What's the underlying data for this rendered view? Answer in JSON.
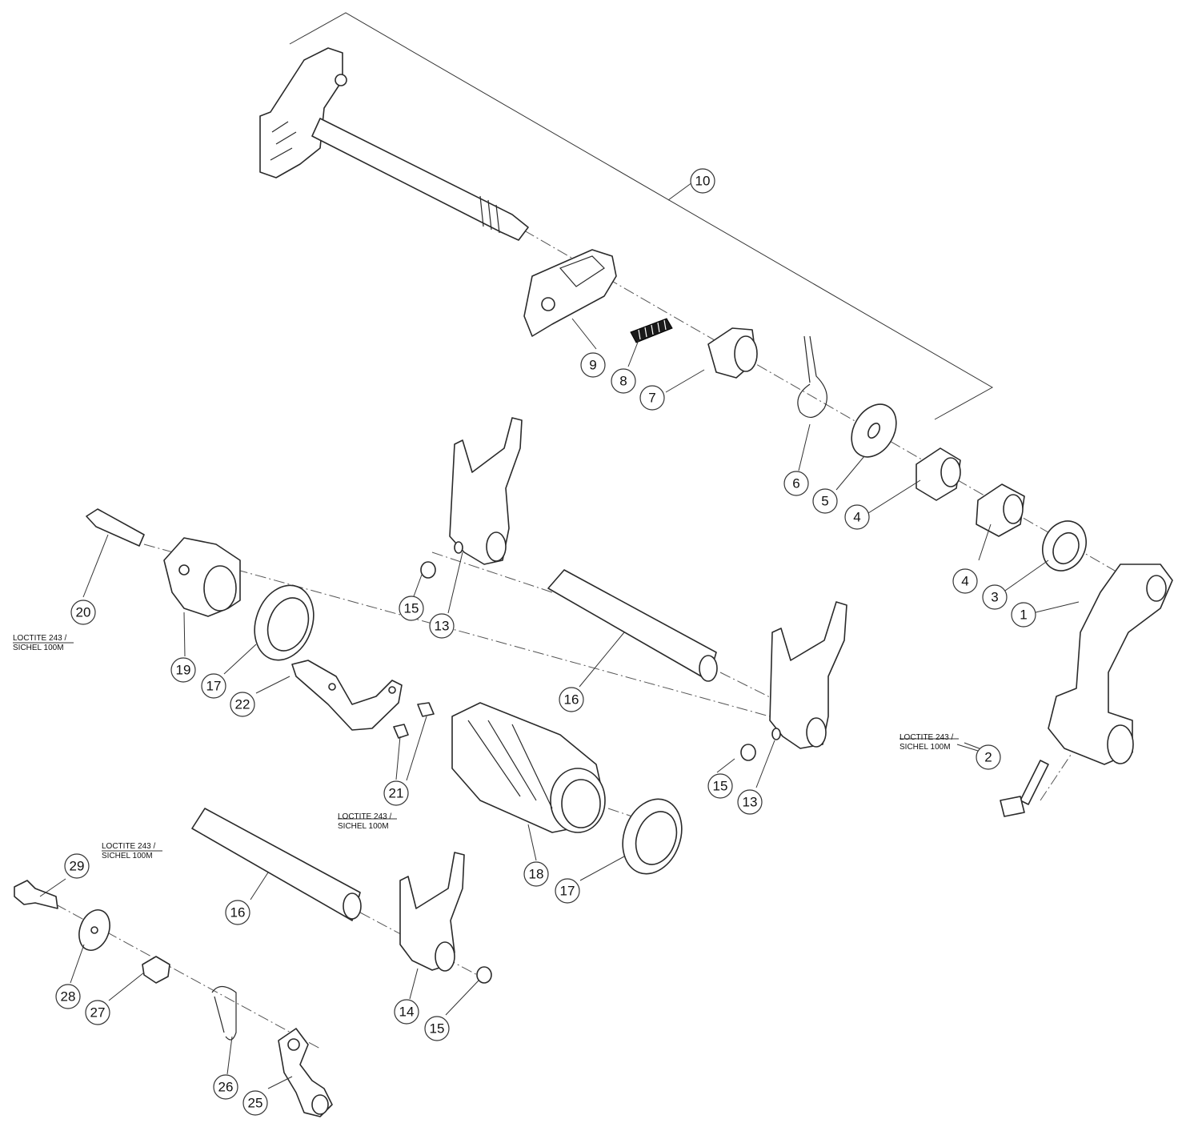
{
  "balloons": [
    {
      "id": "b1",
      "label": "1"
    },
    {
      "id": "b2",
      "label": "2"
    },
    {
      "id": "b3",
      "label": "3"
    },
    {
      "id": "b4a",
      "label": "4"
    },
    {
      "id": "b4b",
      "label": "4"
    },
    {
      "id": "b5",
      "label": "5"
    },
    {
      "id": "b6",
      "label": "6"
    },
    {
      "id": "b7",
      "label": "7"
    },
    {
      "id": "b8",
      "label": "8"
    },
    {
      "id": "b9",
      "label": "9"
    },
    {
      "id": "b10",
      "label": "10"
    },
    {
      "id": "b13a",
      "label": "13"
    },
    {
      "id": "b13b",
      "label": "13"
    },
    {
      "id": "b14",
      "label": "14"
    },
    {
      "id": "b15a",
      "label": "15"
    },
    {
      "id": "b15b",
      "label": "15"
    },
    {
      "id": "b15c",
      "label": "15"
    },
    {
      "id": "b16a",
      "label": "16"
    },
    {
      "id": "b16b",
      "label": "16"
    },
    {
      "id": "b17a",
      "label": "17"
    },
    {
      "id": "b17b",
      "label": "17"
    },
    {
      "id": "b18",
      "label": "18"
    },
    {
      "id": "b19",
      "label": "19"
    },
    {
      "id": "b20",
      "label": "20"
    },
    {
      "id": "b21",
      "label": "21"
    },
    {
      "id": "b22",
      "label": "22"
    },
    {
      "id": "b25",
      "label": "25"
    },
    {
      "id": "b26",
      "label": "26"
    },
    {
      "id": "b27",
      "label": "27"
    },
    {
      "id": "b28",
      "label": "28"
    },
    {
      "id": "b29",
      "label": "29"
    }
  ],
  "notes": [
    {
      "id": "n20",
      "line1": "LOCTITE 243 /",
      "line2": "SICHEL 100M"
    },
    {
      "id": "n2",
      "line1": "LOCTITE 243 /",
      "line2": "SICHEL 100M"
    },
    {
      "id": "n21",
      "line1": "LOCTITE 243 /",
      "line2": "SICHEL 100M"
    },
    {
      "id": "n29",
      "line1": "LOCTITE 243 /",
      "line2": "SICHEL 100M"
    }
  ]
}
